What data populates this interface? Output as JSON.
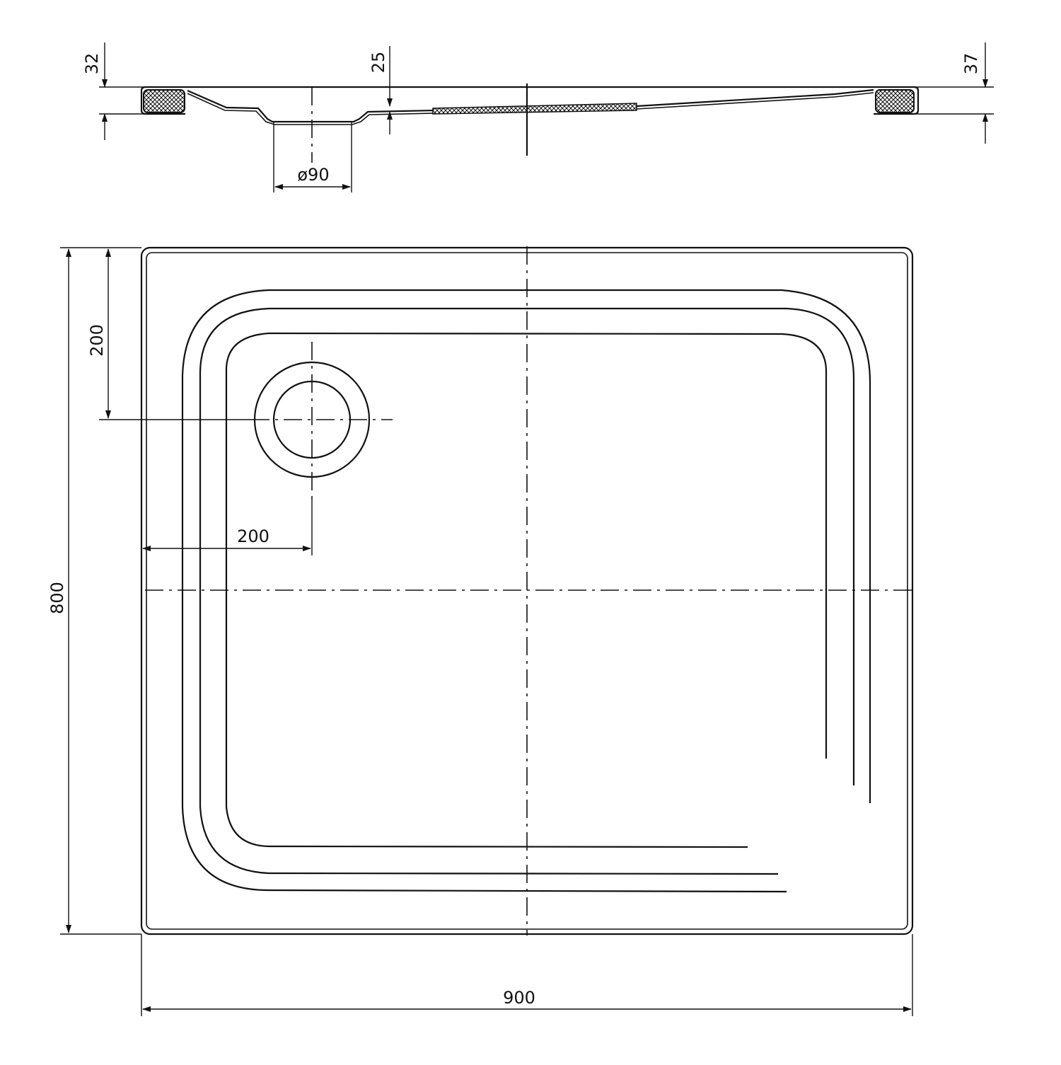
{
  "drawing": {
    "colors": {
      "line": "#111111",
      "background": "#ffffff"
    },
    "section_view": {
      "dim_left_height": "32",
      "dim_drain_depth": "25",
      "dim_right_height": "37",
      "dim_drain_diameter": "ø90"
    },
    "plan_view": {
      "dim_drain_from_top": "200",
      "dim_drain_from_left": "200",
      "dim_overall_depth": "800",
      "dim_overall_width": "900"
    }
  }
}
